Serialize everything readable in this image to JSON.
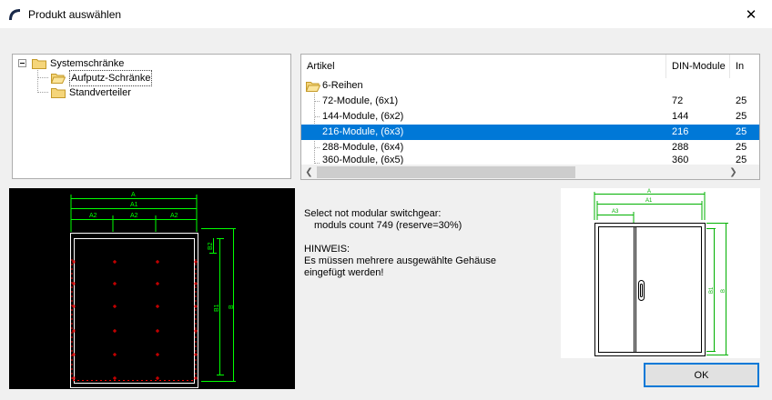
{
  "window": {
    "title": "Produkt auswählen",
    "close_glyph": "✕"
  },
  "tree": {
    "root": "Systemschränke",
    "children": [
      "Aufputz-Schränke",
      "Standverteiler"
    ]
  },
  "table": {
    "columns": [
      "Artikel",
      "DIN-Module",
      "In"
    ],
    "group": "6-Reihen",
    "rows": [
      {
        "name": "72-Module, (6x1)",
        "din": "72",
        "in": "25"
      },
      {
        "name": "144-Module, (6x2)",
        "din": "144",
        "in": "25"
      },
      {
        "name": "216-Module, (6x3)",
        "din": "216",
        "in": "25"
      },
      {
        "name": "288-Module, (6x4)",
        "din": "288",
        "in": "25"
      },
      {
        "name": "360-Module, (6x5)",
        "din": "360",
        "in": "25"
      }
    ],
    "selected_index": 2
  },
  "info": {
    "line1": "Select not modular switchgear:",
    "line2": "moduls count 749 (reserve=30%)",
    "line3": "HINWEIS:",
    "line4": "Es müssen mehrere ausgewählte Gehäuse",
    "line5": "eingefügt werden!"
  },
  "cad_left": {
    "dim_A": "A",
    "dim_A1": "A1",
    "dim_A2": "A2",
    "dim_B": "B",
    "dim_B1": "B1",
    "dim_B2": "B2"
  },
  "cad_right": {
    "dim_A": "A",
    "dim_A1": "A1",
    "dim_A3": "A3",
    "dim_B": "B",
    "dim_B1": "B1"
  },
  "buttons": {
    "ok": "OK"
  },
  "colors": {
    "selection": "#0078d7",
    "cad_dim": "#00ff00",
    "cad_mark": "#ff0000"
  }
}
